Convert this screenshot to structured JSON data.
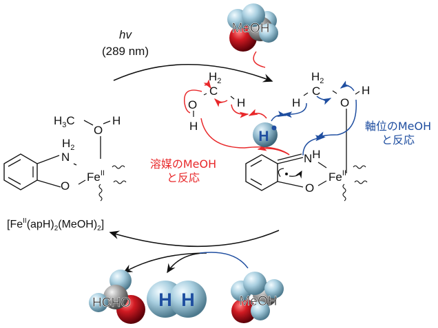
{
  "light": {
    "label": "hv",
    "wavelength": "(289 nm)"
  },
  "complex": {
    "name_prefix": "[Fe",
    "name_ox": "II",
    "name_rest": "(apH)",
    "name_sub1": "2",
    "name_mid": "(MeOH)",
    "name_sub2": "2",
    "name_end": "]",
    "methyl": "H",
    "methyl_sub": "3",
    "methyl_c": "C",
    "o": "O",
    "h": "H",
    "nh2": "N",
    "nh2_h": "H",
    "nh2_sub": "2",
    "fe": "Fe",
    "fe_ox": "II",
    "phenol_o": "O"
  },
  "radical_complex": {
    "nh": "N",
    "nh_h": "H",
    "fe": "Fe",
    "fe_ox": "II",
    "o": "O"
  },
  "solvent_meoh": {
    "h2": "H",
    "h2_sub": "2",
    "c": "C",
    "o": "O",
    "h_o": "H",
    "h_c": "H"
  },
  "axial_meoh": {
    "h2": "H",
    "h2_sub": "2",
    "c": "C",
    "o": "O",
    "h_o": "H",
    "h_c": "H"
  },
  "h_radical": {
    "label": "H"
  },
  "labels": {
    "solvent_line1": "溶媒のMeOH",
    "solvent_line2": "と反応",
    "axial_line1": "軸位のMeOH",
    "axial_line2": "と反応"
  },
  "molecules": {
    "meoh_top": "MeOH",
    "hcho": "HCHO",
    "h2_a": "H",
    "h2_b": "H",
    "meoh_bottom": "MeOH"
  },
  "colors": {
    "red": "#e8282a",
    "blue": "#1f4ea0",
    "sphere": "#a9cfe0",
    "oxygen": "#c0141c",
    "carbon": "#9a9a9a"
  }
}
